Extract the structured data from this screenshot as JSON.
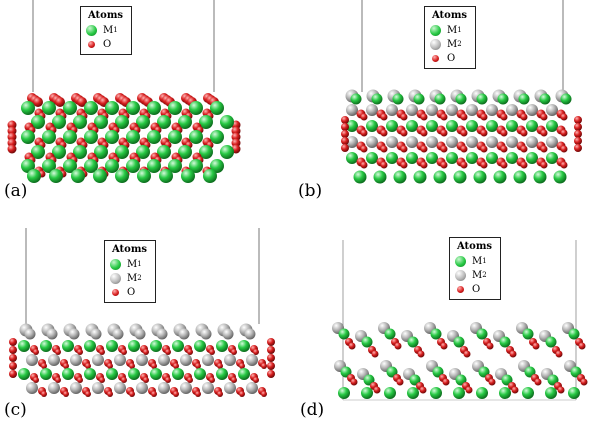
{
  "colors": {
    "M1": "#27c944",
    "M2": "#b8b8b8",
    "O": "#d81f1f"
  },
  "legend_title": "Atoms",
  "legend_items": {
    "m1": {
      "base": "M",
      "sub": "1"
    },
    "m2": {
      "base": "M",
      "sub": "2"
    },
    "o": {
      "base": "O"
    }
  },
  "panels": {
    "a": {
      "label": "(a)"
    },
    "b": {
      "label": "(b)"
    },
    "c": {
      "label": "(c)"
    },
    "d": {
      "label": "(d)"
    }
  }
}
